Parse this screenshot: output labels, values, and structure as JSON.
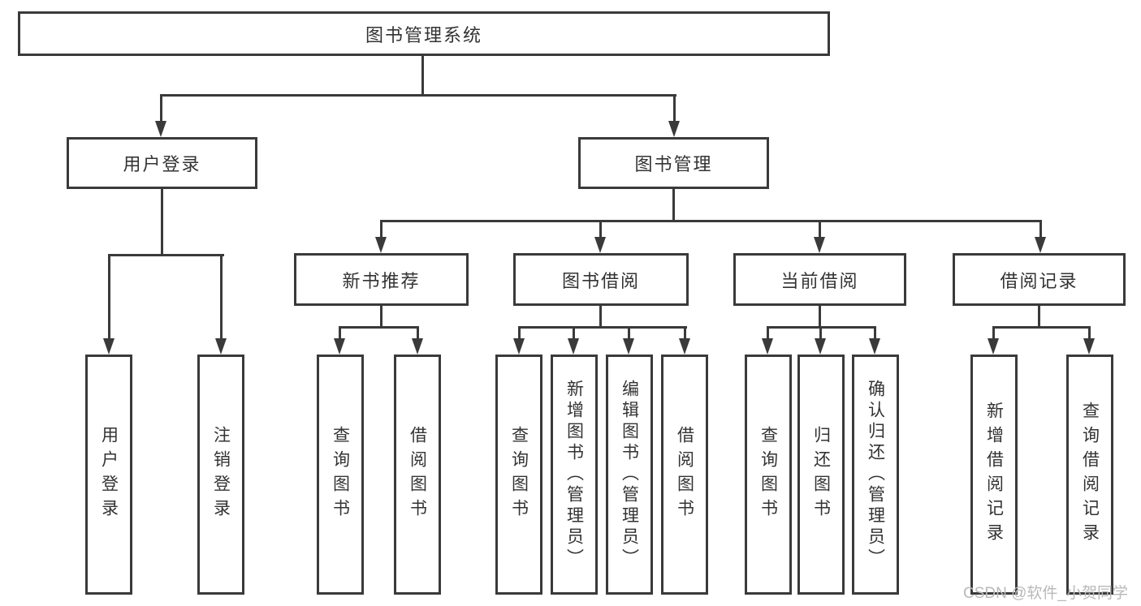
{
  "tree": {
    "label": "图书管理系统",
    "children": [
      {
        "label": "用户登录",
        "children": [
          {
            "label": "用户登录"
          },
          {
            "label": "注销登录"
          }
        ]
      },
      {
        "label": "图书管理",
        "children": [
          {
            "label": "新书推荐",
            "children": [
              {
                "label": "查询图书"
              },
              {
                "label": "借阅图书"
              }
            ]
          },
          {
            "label": "图书借阅",
            "children": [
              {
                "label": "查询图书"
              },
              {
                "label": "新增图书（管理员）"
              },
              {
                "label": "编辑图书（管理员）"
              },
              {
                "label": "借阅图书"
              }
            ]
          },
          {
            "label": "当前借阅",
            "children": [
              {
                "label": "查询图书"
              },
              {
                "label": "归还图书"
              },
              {
                "label": "确认归还（管理员）"
              }
            ]
          },
          {
            "label": "借阅记录",
            "children": [
              {
                "label": "新增借阅记录"
              },
              {
                "label": "查询借阅记录"
              }
            ]
          }
        ]
      }
    ]
  },
  "watermark": {
    "text": "CSDN @软件_小贺同学"
  },
  "colors": {
    "line": "#3a3a3a",
    "text": "#333333",
    "background": "#ffffff",
    "watermark": "#b9b9bc"
  }
}
